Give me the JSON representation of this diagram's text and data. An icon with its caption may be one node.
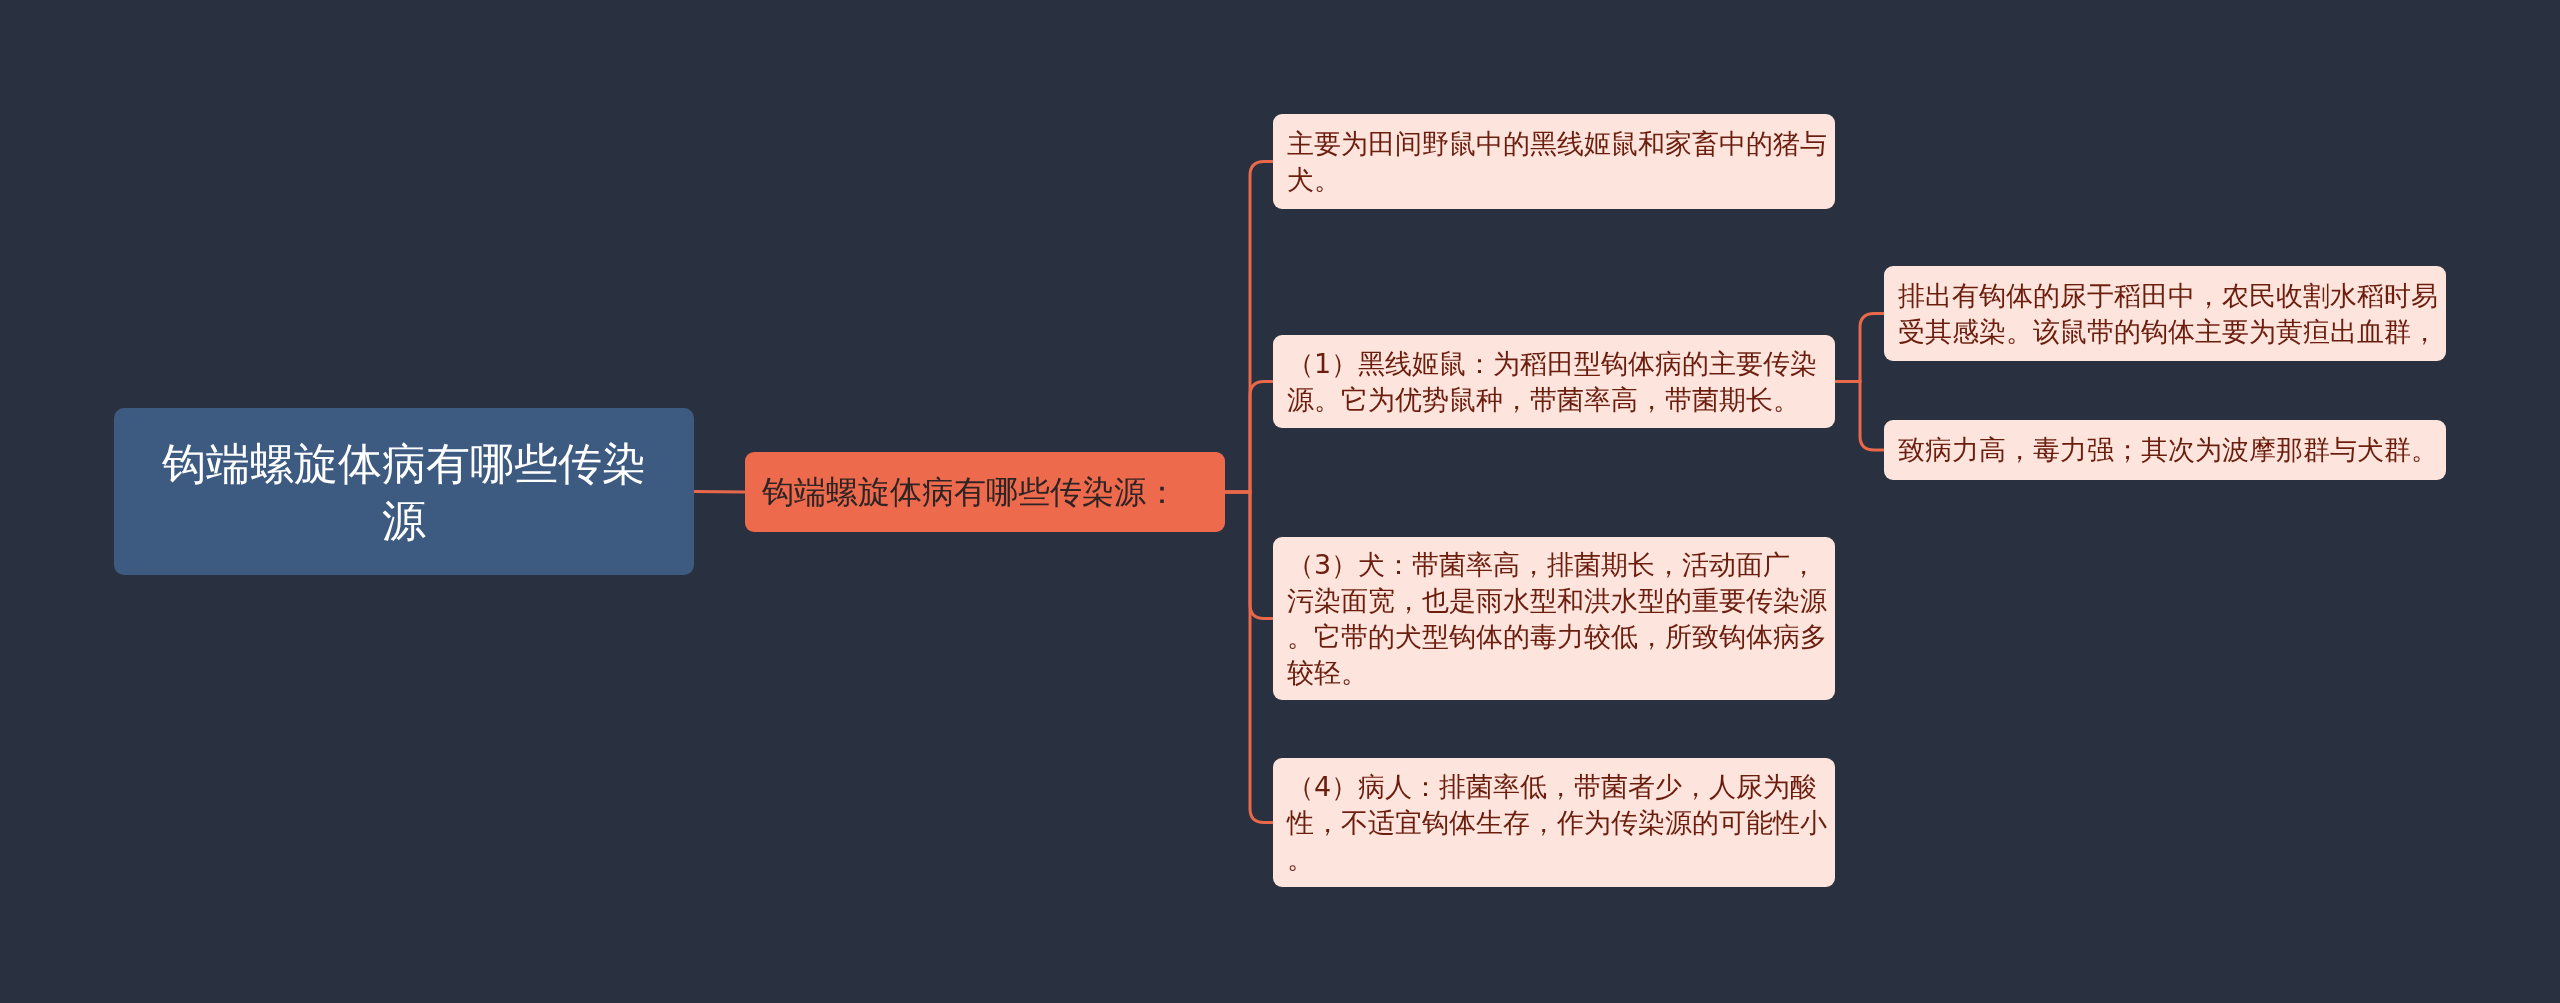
{
  "diagram": {
    "nodes": [
      {
        "text": [
          "钩端螺旋体病有哪些传染源"
        ]
      },
      {
        "text": [
          "钩端螺旋体病有哪些传染源："
        ]
      },
      {
        "text": [
          "主要为田间野鼠中的黑线姬鼠和家畜中的猪与犬。"
        ]
      },
      {
        "text": [
          "（1）黑线姬鼠：为稻田型钩体病的主要传染源。它为优势鼠种，带菌率高，带菌期长。"
        ]
      },
      {
        "text": [
          "（3）犬：带菌率高，排菌期长，活动面广，污染面宽，也是雨水型和洪水型的重要传染源。它带的犬型钩体的毒力较低，所致钩体病多较轻。"
        ]
      },
      {
        "text": [
          "（4）病人：排菌率低，带菌者少，人尿为酸性，不适宜钩体生存，作为传染源的可能性小。"
        ]
      },
      {
        "text": [
          "排出有钩体的尿于稻田中，农民收割水稻时易受其感染。该鼠带的钩体主要为黄疸出血群，"
        ]
      },
      {
        "text": [
          "致病力高，毒力强；其次为波摩那群与犬群。"
        ]
      }
    ],
    "edges": [
      {
        "from": 0,
        "to": 1,
        "arrow": "none"
      },
      {
        "from": 1,
        "to": 2,
        "arrow": "none"
      },
      {
        "from": 1,
        "to": 3,
        "arrow": "none"
      },
      {
        "from": 1,
        "to": 4,
        "arrow": "none"
      },
      {
        "from": 1,
        "to": 5,
        "arrow": "none"
      },
      {
        "from": 3,
        "to": 6,
        "arrow": "none"
      },
      {
        "from": 3,
        "to": 7,
        "arrow": "none"
      }
    ]
  }
}
